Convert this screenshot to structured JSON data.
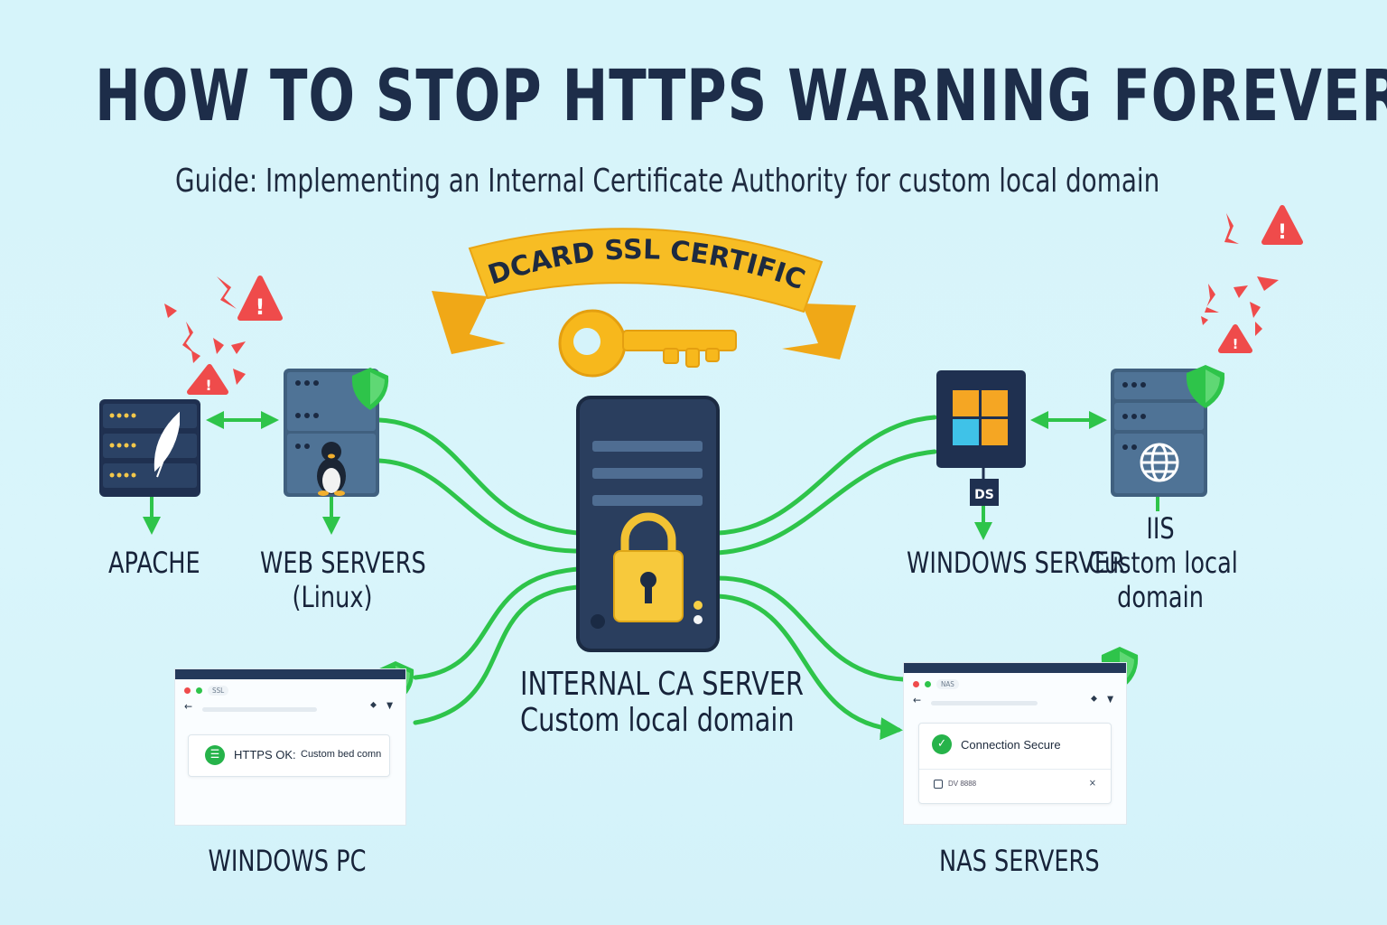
{
  "title": "HOW TO STOP HTTPS WARNING FOREVER",
  "subtitle": "Guide: Implementing an Internal Certificate Authority for custom local domain",
  "ribbon": "WILDCARD SSL CERTIFICATE",
  "nodes": {
    "apache": "APACHE",
    "web_servers": [
      "WEB SERVERS",
      "(Linux)"
    ],
    "windows_server": "WINDOWS SERVER",
    "iis": [
      "IIS",
      "Custom local",
      "domain"
    ],
    "ca_server": [
      "INTERNAL CA SERVER",
      "Custom local domain"
    ],
    "windows_pc": "WINDOWS PC",
    "nas_servers": "NAS SERVERS"
  },
  "windows_server_badge": "DS",
  "browser_left": {
    "tab_text": "SSL",
    "status_text": "HTTPS OK:",
    "status_detail": "Custom bed comn"
  },
  "browser_right": {
    "tab_text": "NAS",
    "status_text": "Connection Secure",
    "row_text": "DV 8888"
  },
  "colors": {
    "accent_green": "#2ec44a",
    "server_dark": "#1f3050",
    "server_mid": "#40607f",
    "warning_red": "#ef4b4b",
    "gold": "#f6b81c"
  },
  "icons": [
    "warning-icon",
    "shield-icon",
    "key-icon",
    "padlock-icon",
    "feather-icon",
    "penguin-icon",
    "windows-logo-icon",
    "globe-icon"
  ]
}
